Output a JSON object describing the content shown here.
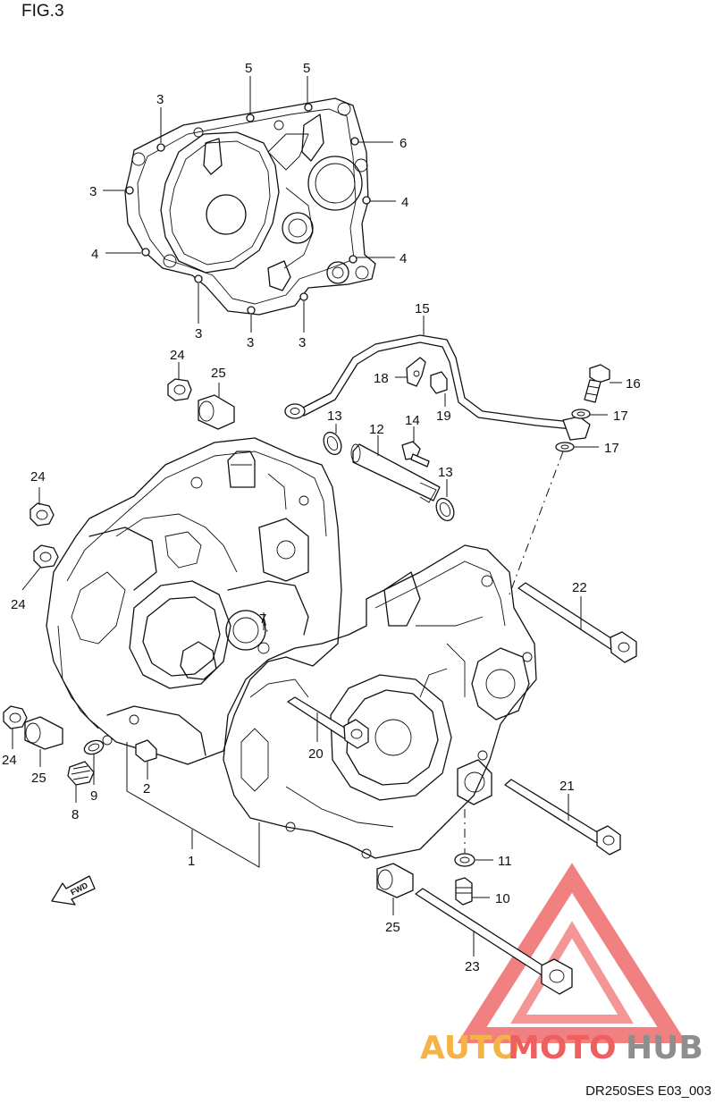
{
  "figure_label": "FIG.3",
  "diagram_code": "DR250SES E03_003",
  "fwd_label": "FWD",
  "watermark": {
    "part1": "AUTO",
    "part2": "MOTO",
    "part3": "HUB",
    "color_orange": "#f5b347",
    "color_red": "#ee5f5f",
    "color_gray": "#8e8e8e"
  },
  "callouts": {
    "c1": "1",
    "c2": "2",
    "c3": "3",
    "c4": "4",
    "c5": "5",
    "c6": "6",
    "c7": "7",
    "c8": "8",
    "c9": "9",
    "c10": "10",
    "c11": "11",
    "c12": "12",
    "c13": "13",
    "c14": "14",
    "c15": "15",
    "c16": "16",
    "c17": "17",
    "c18": "18",
    "c19": "19",
    "c20": "20",
    "c21": "21",
    "c22": "22",
    "c23": "23",
    "c24": "24",
    "c25": "25"
  }
}
